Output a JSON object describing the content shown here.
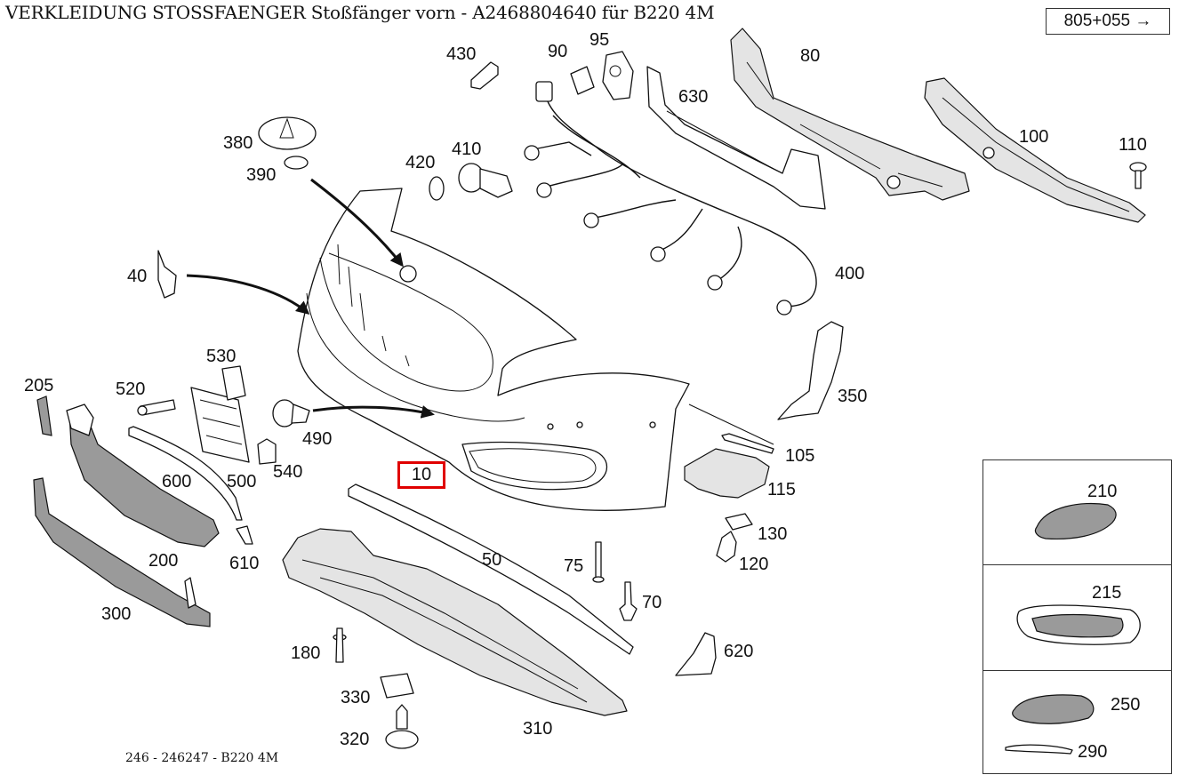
{
  "title": "VERKLEIDUNG STOSSFAENGER Stoßfänger vorn - A2468804640 für B220 4M",
  "reference": "805+055",
  "footer": "246 - 246247 - B220 4M",
  "highlight": {
    "label": "10",
    "color": "#e00000"
  },
  "callouts": {
    "p430": "430",
    "p90": "90",
    "p95": "95",
    "p80": "80",
    "p630": "630",
    "p100": "100",
    "p110": "110",
    "p380": "380",
    "p390": "390",
    "p420": "420",
    "p410": "410",
    "p40": "40",
    "p400": "400",
    "p530": "530",
    "p205": "205",
    "p520": "520",
    "p350": "350",
    "p490": "490",
    "p105": "105",
    "p540": "540",
    "p600": "600",
    "p500": "500",
    "p115": "115",
    "p200": "200",
    "p610": "610",
    "p130": "130",
    "p50": "50",
    "p75": "75",
    "p120": "120",
    "p300": "300",
    "p70": "70",
    "p620": "620",
    "p180": "180",
    "p330": "330",
    "p310": "310",
    "p320": "320"
  },
  "inset": {
    "p210": "210",
    "p215": "215",
    "p250": "250",
    "p290": "290"
  }
}
